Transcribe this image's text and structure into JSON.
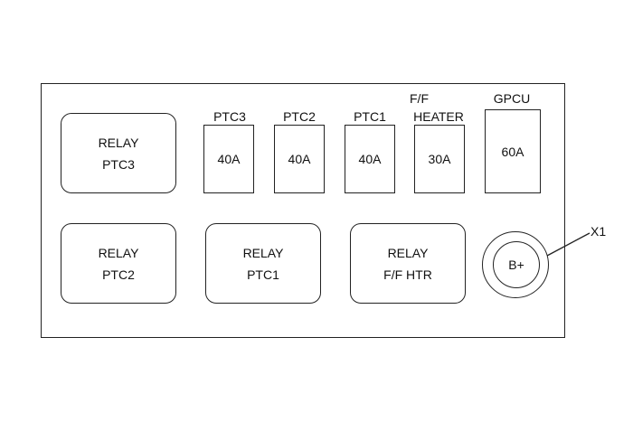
{
  "relays": [
    {
      "line1": "RELAY",
      "line2": "PTC3"
    },
    {
      "line1": "RELAY",
      "line2": "PTC2"
    },
    {
      "line1": "RELAY",
      "line2": "PTC1"
    },
    {
      "line1": "RELAY",
      "line2": "F/F HTR"
    }
  ],
  "fuses": [
    {
      "label": "PTC3",
      "rating": "40A"
    },
    {
      "label": "PTC2",
      "rating": "40A"
    },
    {
      "label": "PTC1",
      "rating": "40A"
    },
    {
      "label_line1": "F/F",
      "label_line2": "HEATER",
      "rating": "30A"
    },
    {
      "label": "GPCU",
      "rating": "60A"
    }
  ],
  "terminal": {
    "label": "B+"
  },
  "callout": {
    "label": "X1"
  }
}
